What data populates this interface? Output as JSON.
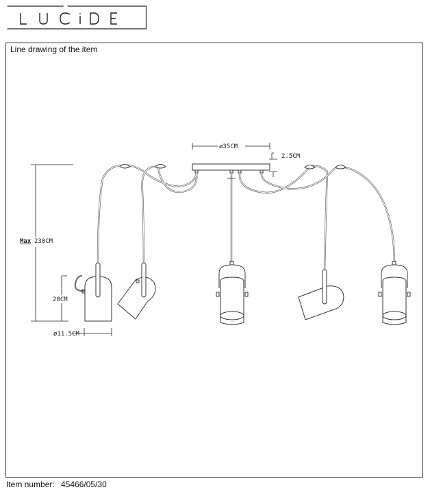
{
  "brand": {
    "logo_text": "LUCIDE"
  },
  "section": {
    "title": "Line drawing of the item"
  },
  "dimensions": {
    "max_label": "Max",
    "height_total": "230CM",
    "shade_height": "20CM",
    "shade_diameter": "ø11.5CM",
    "canopy_diameter": "ø35CM",
    "canopy_height": "2.5CM"
  },
  "footer": {
    "item_label": "Item number:",
    "item_number": "45466/05/30"
  }
}
